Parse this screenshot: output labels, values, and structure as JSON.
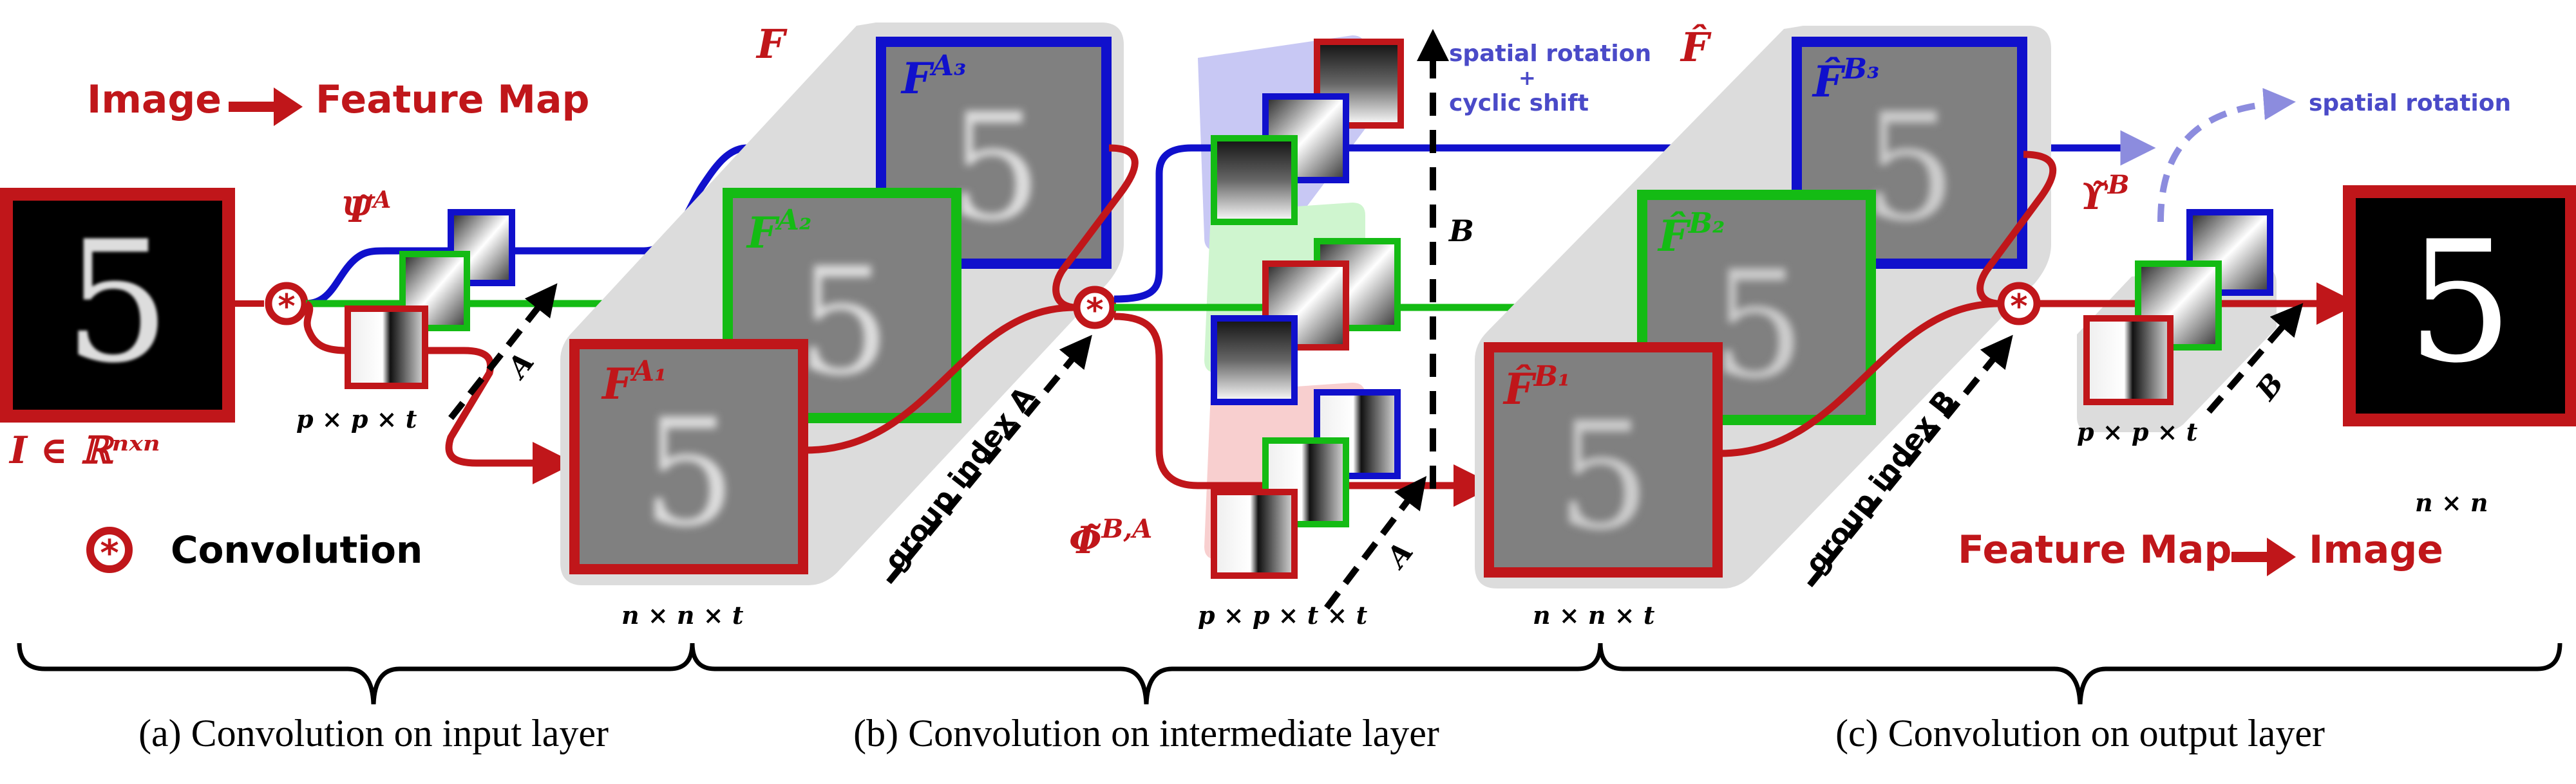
{
  "colors": {
    "red": "#C0161A",
    "blue": "#1010CC",
    "green": "#14BB14",
    "label_blue": "#4A4AC8",
    "gray_block": "#DCDCDC",
    "feature_bg": "#808080"
  },
  "headings": {
    "image_to_feature": {
      "left": "Image",
      "right": "Feature Map"
    },
    "feature_to_image": {
      "left": "Feature Map",
      "right": "Image"
    },
    "convolution_legend": "Convolution"
  },
  "math_labels": {
    "input_space": "I ∈ ℝⁿˣⁿ",
    "psi": "Ψ̃",
    "psi_sup": "A",
    "phi": "Φ̃",
    "phi_sup": "B,A",
    "upsilon": "ϒ̃",
    "upsilon_sup": "B",
    "F": "F",
    "F_hat": "F̂",
    "FA1": "F",
    "FA1_sup": "A₁",
    "FA2": "F",
    "FA2_sup": "A₂",
    "FA3": "F",
    "FA3_sup": "A₃",
    "FB1": "F̂",
    "FB1_sup": "B₁",
    "FB2": "F̂",
    "FB2_sup": "B₂",
    "FB3": "F̂",
    "FB3_sup": "B₃",
    "axis_A": "A",
    "axis_B": "B",
    "axis_B_out": "B",
    "axis_B_vertical": "B"
  },
  "dimensions": {
    "kernel_in": "p × p × t",
    "feature_A": "n × n × t",
    "kernel_mid": "p × p × t × t",
    "feature_B": "n × n × t",
    "kernel_out": "p × p × t",
    "output": "n × n"
  },
  "annotations": {
    "group_index_A": "group index A",
    "group_index_B": "group index B",
    "spatial_rotation_cyclic": {
      "line1": "spatial rotation",
      "plus": "+",
      "line2": "cyclic shift"
    },
    "spatial_rotation": "spatial rotation"
  },
  "captions": [
    "(a) Convolution on input layer",
    "(b) Convolution on intermediate layer",
    "(c) Convolution on output layer"
  ],
  "digit": "5"
}
